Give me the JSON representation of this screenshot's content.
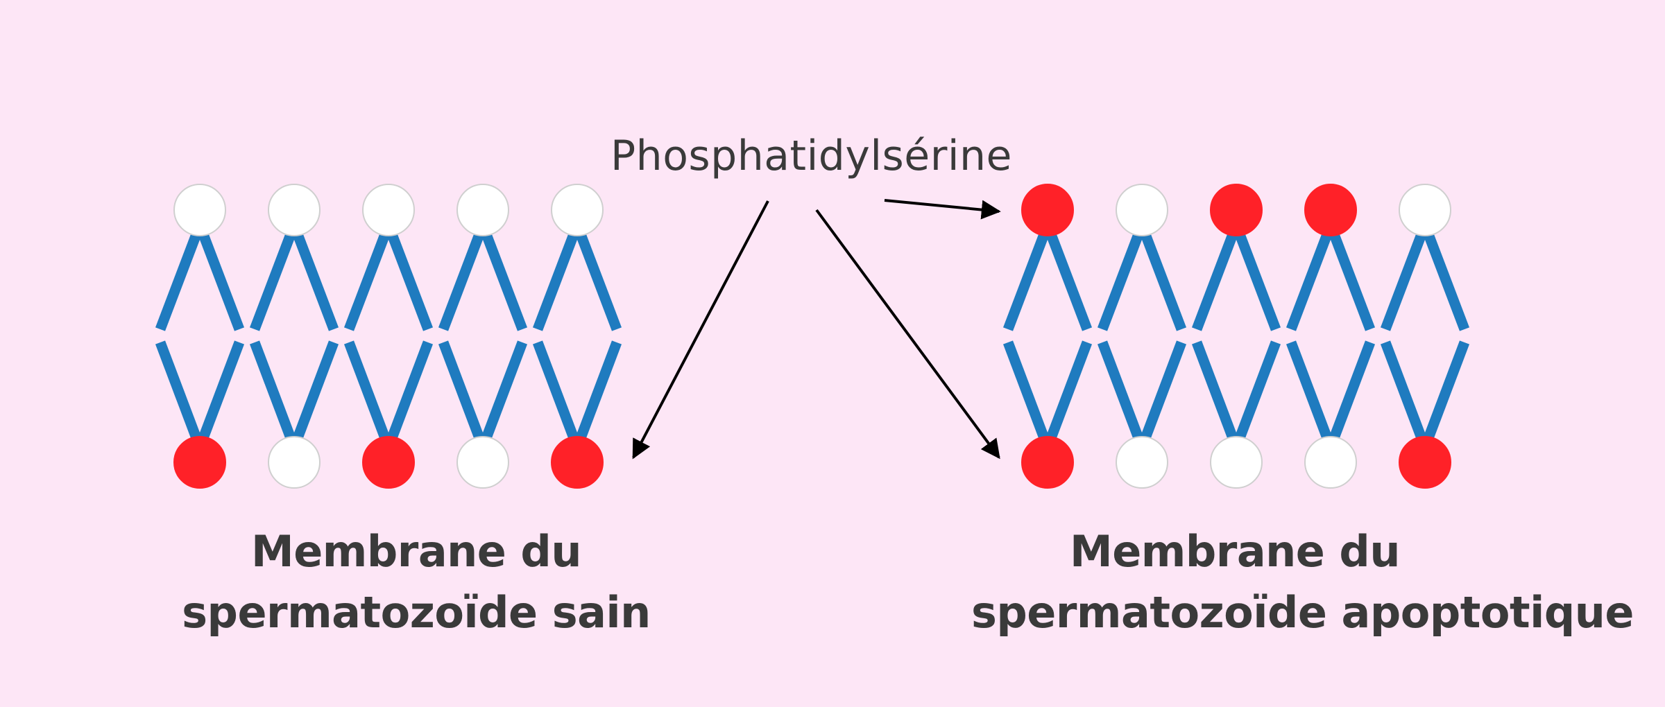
{
  "label": "Phosphatidylsérine",
  "colors": {
    "background": "#fde6f6",
    "tail": "#1f7bbf",
    "head_ps": "#ff2128",
    "head_other": "#ffffff",
    "head_outline": "#cfcfcf",
    "arrow": "#000000",
    "text": "#3a3a3a"
  },
  "membranes": [
    {
      "id": "healthy",
      "caption_line1": "Membrane du",
      "caption_line2": "spermatozoïde sain",
      "top_heads": [
        "other",
        "other",
        "other",
        "other",
        "other"
      ],
      "bottom_heads": [
        "ps",
        "other",
        "ps",
        "other",
        "ps"
      ]
    },
    {
      "id": "apoptotic",
      "caption_line1": "Membrane du",
      "caption_line2": "spermatozoïde apoptotique",
      "top_heads": [
        "ps",
        "other",
        "ps",
        "ps",
        "other"
      ],
      "bottom_heads": [
        "ps",
        "other",
        "other",
        "other",
        "ps"
      ]
    }
  ]
}
